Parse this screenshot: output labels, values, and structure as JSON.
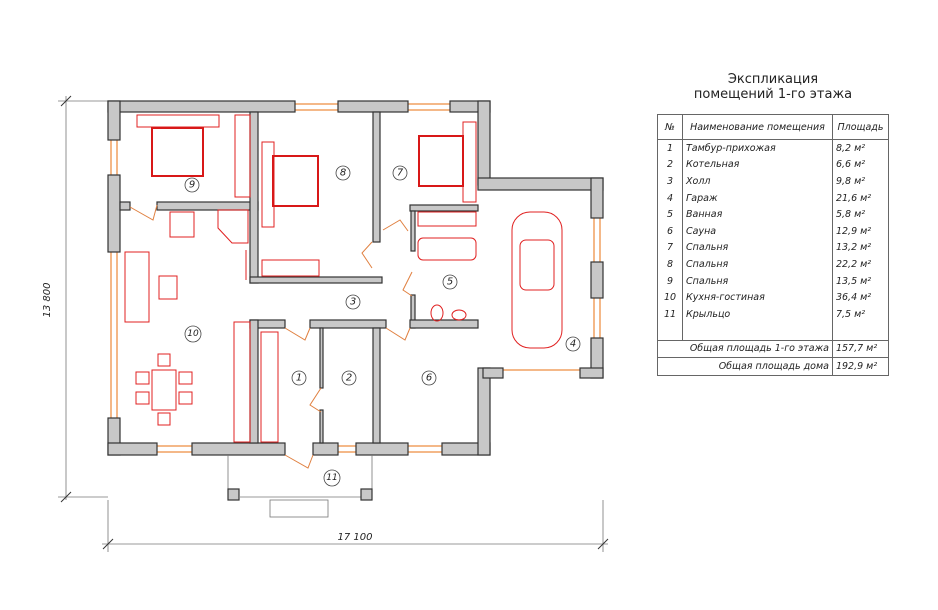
{
  "explication": {
    "title_line1": "Экспликация",
    "title_line2": "помещений 1-го этажа",
    "headers": {
      "num": "№",
      "name": "Наименование помещения",
      "area": "Площадь"
    },
    "rows": [
      {
        "num": "1",
        "name": "Тамбур-прихожая",
        "area": "8,2 м²"
      },
      {
        "num": "2",
        "name": "Котельная",
        "area": "6,6 м²"
      },
      {
        "num": "3",
        "name": "Холл",
        "area": "9,8 м²"
      },
      {
        "num": "4",
        "name": "Гараж",
        "area": "21,6 м²"
      },
      {
        "num": "5",
        "name": "Ванная",
        "area": "5,8 м²"
      },
      {
        "num": "6",
        "name": "Сауна",
        "area": "12,9 м²"
      },
      {
        "num": "7",
        "name": "Спальня",
        "area": "13,2 м²"
      },
      {
        "num": "8",
        "name": "Спальня",
        "area": "22,2 м²"
      },
      {
        "num": "9",
        "name": "Спальня",
        "area": "13,5 м²"
      },
      {
        "num": "10",
        "name": "Кухня-гостиная",
        "area": "36,4 м²"
      },
      {
        "num": "11",
        "name": "Крыльцо",
        "area": "7,5 м²"
      }
    ],
    "total_floor_label": "Общая площадь 1-го этажа",
    "total_floor_value": "157,7 м²",
    "total_house_label": "Общая площадь дома",
    "total_house_value": "192,9 м²"
  },
  "plan": {
    "dim_height": "13 800",
    "dim_width": "17 100",
    "room_labels": [
      "1",
      "2",
      "3",
      "4",
      "5",
      "6",
      "7",
      "8",
      "9",
      "10",
      "11"
    ]
  },
  "colors": {
    "furniture": "#e02020",
    "window": "#f0a060",
    "wall": "#c8c8c8"
  }
}
